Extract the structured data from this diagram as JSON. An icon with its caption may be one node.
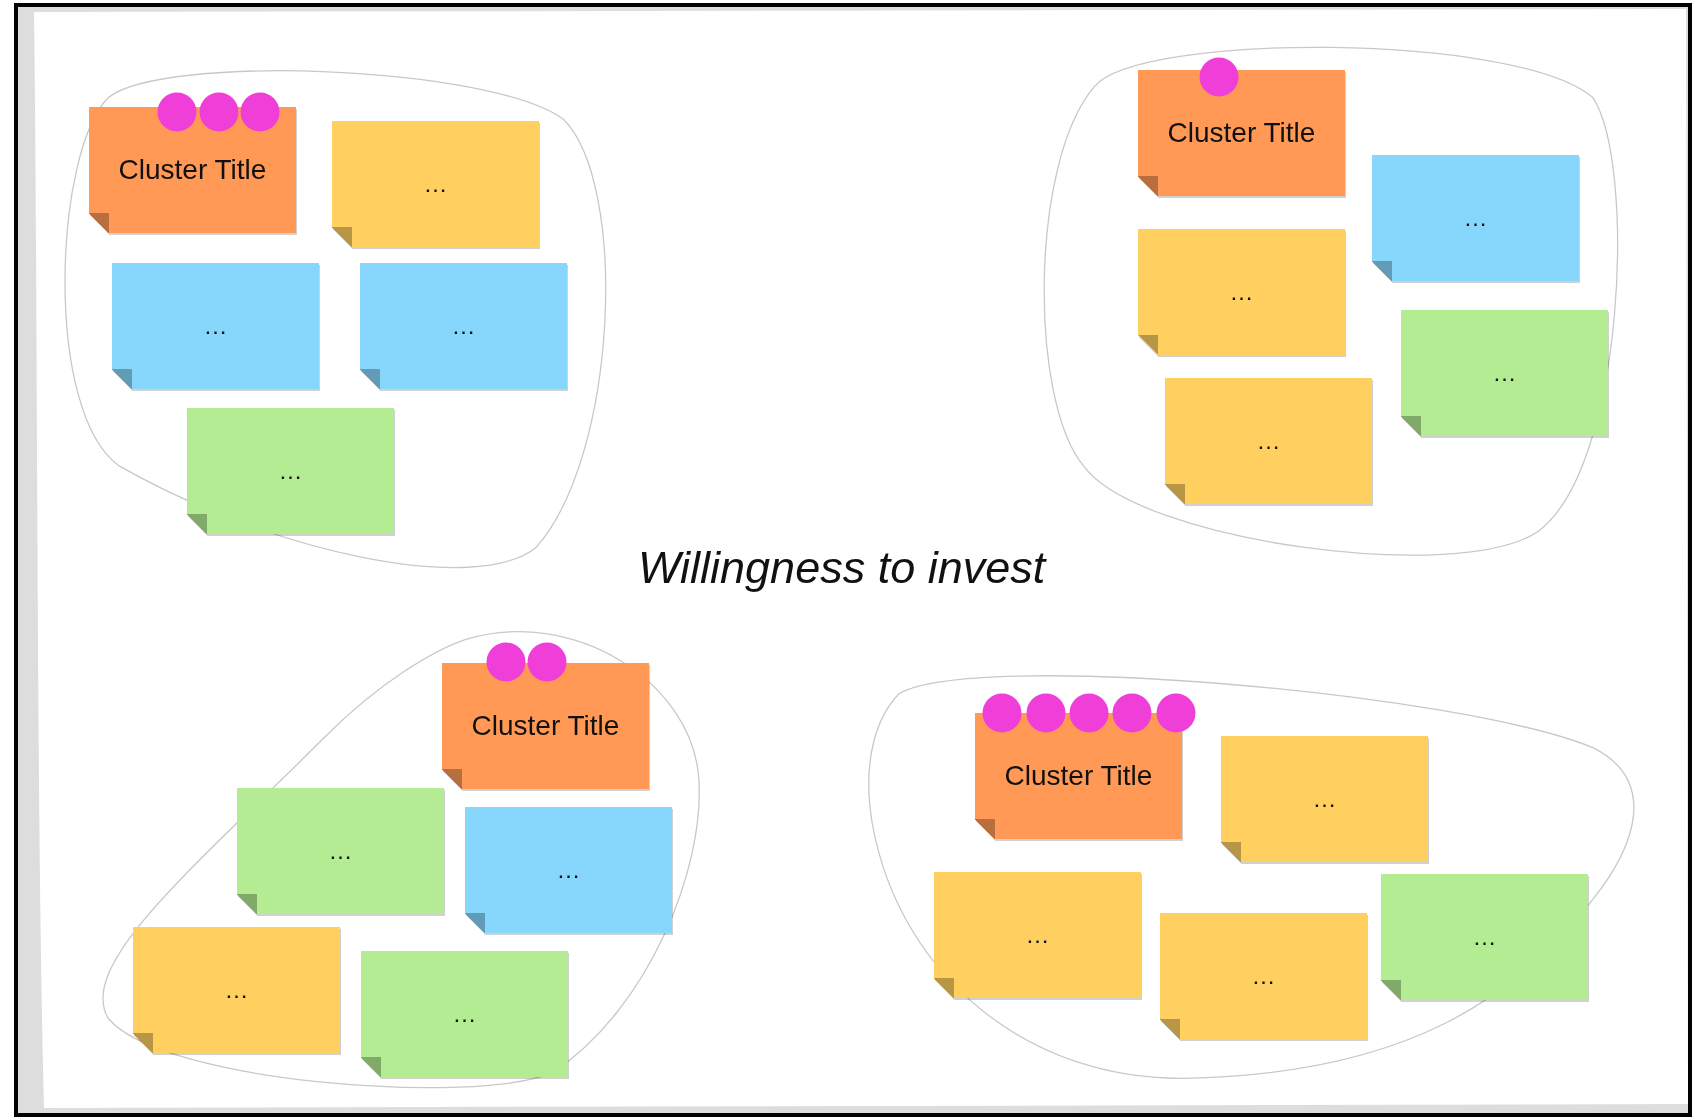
{
  "diagram": {
    "nodes": [
      {
        "text": [
          "Cluster Title"
        ]
      },
      {
        "text": [
          "…"
        ]
      },
      {
        "text": [
          "…"
        ]
      },
      {
        "text": [
          "…"
        ]
      },
      {
        "text": [
          "…"
        ]
      },
      {
        "text": [
          "Cluster Title"
        ]
      },
      {
        "text": [
          "…"
        ]
      },
      {
        "text": [
          "…"
        ]
      },
      {
        "text": [
          "…"
        ]
      },
      {
        "text": [
          "…"
        ]
      },
      {
        "text": [
          "Cluster Title"
        ]
      },
      {
        "text": [
          "…"
        ]
      },
      {
        "text": [
          "…"
        ]
      },
      {
        "text": [
          "…"
        ]
      },
      {
        "text": [
          "…"
        ]
      },
      {
        "text": [
          "Cluster Title"
        ]
      },
      {
        "text": [
          "…"
        ]
      },
      {
        "text": [
          "…"
        ]
      },
      {
        "text": [
          "…"
        ]
      },
      {
        "text": [
          "…"
        ]
      }
    ],
    "labels": [
      "Willingness to invest"
    ]
  }
}
